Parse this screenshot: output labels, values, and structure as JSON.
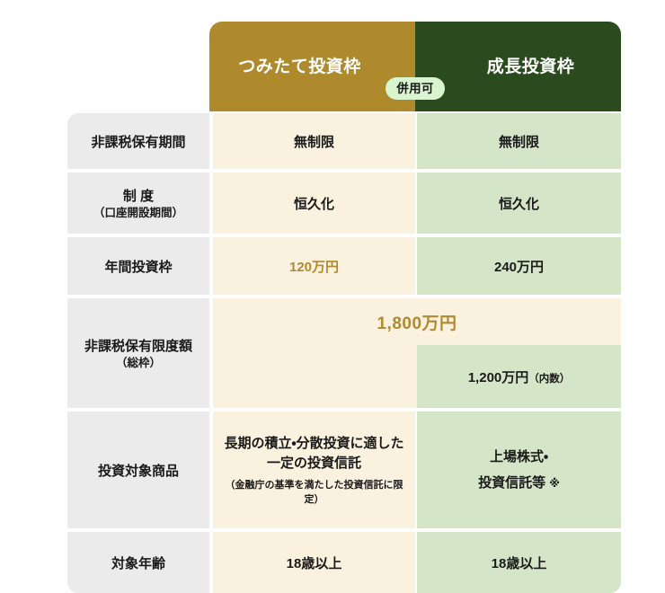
{
  "header": {
    "columns": [
      {
        "label": "つみたて投資枠",
        "bg_color": "#ae8a2c",
        "text_color": "#ffffff"
      },
      {
        "label": "成長投資枠",
        "bg_color": "#2b4a1e",
        "text_color": "#ffffff"
      }
    ],
    "badge": {
      "label": "併用可",
      "bg_color": "#d9f5d0",
      "text_color": "#1a1a1a"
    }
  },
  "rows": [
    {
      "label": "非課税保有期間",
      "label_sub": "",
      "tsumitate": "無制限",
      "seicho": "無制限"
    },
    {
      "label": "制 度",
      "label_sub": "（口座開設期間）",
      "tsumitate": "恒久化",
      "seicho": "恒久化"
    },
    {
      "label": "年間投資枠",
      "label_sub": "",
      "tsumitate": "120万円",
      "seicho": "240万円"
    },
    {
      "label": "非課税保有限度額",
      "label_sub": "（総枠）",
      "total": "1,800万円",
      "seicho_sub_value": "1,200万円",
      "seicho_sub_paren": "（内数）"
    },
    {
      "label": "投資対象商品",
      "label_sub": "",
      "tsumitate_line1": "長期の積立・分散投資に適した",
      "tsumitate_line2": "一定の投資信託",
      "tsumitate_note": "（金融庁の基準を満たした投資信託に限定）",
      "seicho_line1": "上場株式・",
      "seicho_line2": "投資信託等",
      "seicho_mark": "※"
    },
    {
      "label": "対象年齢",
      "label_sub": "",
      "tsumitate": "18歳以上",
      "seicho": "18歳以上"
    }
  ],
  "colors": {
    "label_bg": "#ebebeb",
    "tsumitate_bg": "#faf1de",
    "seicho_bg": "#d5e6c8",
    "gold_value_text": "#b08a2e",
    "page_bg": "#ffffff"
  }
}
